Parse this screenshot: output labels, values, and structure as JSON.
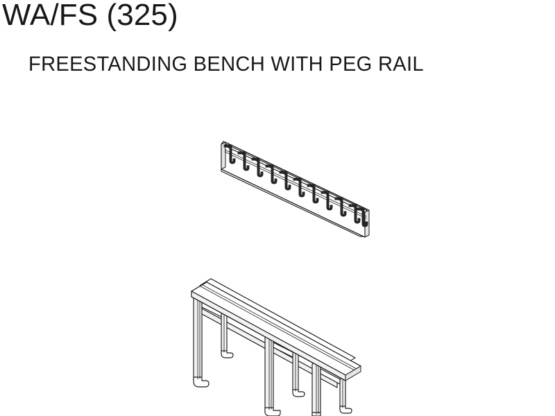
{
  "page": {
    "background_color": "#ffffff",
    "line_color": "#1b1b1b"
  },
  "header": {
    "product_code": "WA/FS (325)",
    "product_name": "FREESTANDING BENCH WITH PEG RAIL"
  },
  "figures": [
    {
      "id": "peg-rail",
      "label": "peg rail",
      "view": "isometric",
      "hook_count": 11,
      "description": "Wall-mounted peg rail board with hooks"
    },
    {
      "id": "freestanding-bench",
      "label": "freestanding bench",
      "view": "isometric",
      "seat_slats": 2,
      "leg_pairs": 3,
      "description": "Freestanding slatted bench with tubular legs"
    }
  ]
}
